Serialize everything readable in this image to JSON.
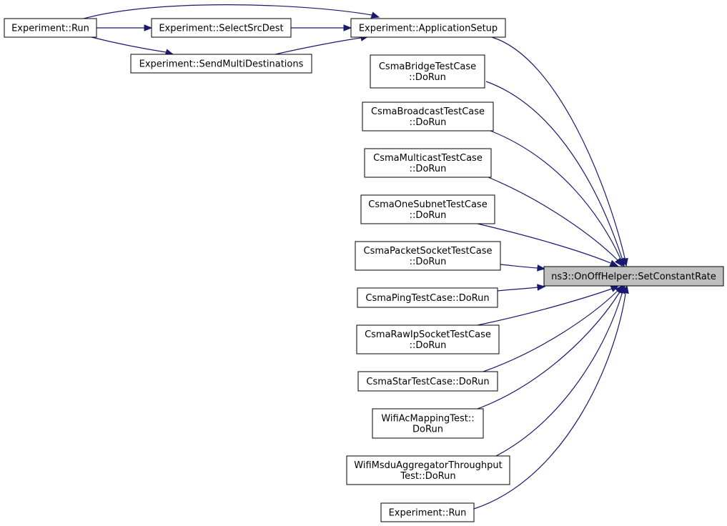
{
  "diagram": {
    "type": "call-graph",
    "target": "ns3::OnOffHelper::SetConstantRate",
    "nodes": [
      {
        "id": "exp_run_top",
        "lines": [
          "Experiment::Run"
        ]
      },
      {
        "id": "select_src_dest",
        "lines": [
          "Experiment::SelectSrcDest"
        ]
      },
      {
        "id": "app_setup",
        "lines": [
          "Experiment::ApplicationSetup"
        ]
      },
      {
        "id": "send_multi",
        "lines": [
          "Experiment::SendMultiDestinations"
        ]
      },
      {
        "id": "csma_bridge",
        "lines": [
          "CsmaBridgeTestCase",
          "::DoRun"
        ]
      },
      {
        "id": "csma_broadcast",
        "lines": [
          "CsmaBroadcastTestCase",
          "::DoRun"
        ]
      },
      {
        "id": "csma_multicast",
        "lines": [
          "CsmaMulticastTestCase",
          "::DoRun"
        ]
      },
      {
        "id": "csma_one_subnet",
        "lines": [
          "CsmaOneSubnetTestCase",
          "::DoRun"
        ]
      },
      {
        "id": "csma_packet_socket",
        "lines": [
          "CsmaPacketSocketTestCase",
          "::DoRun"
        ]
      },
      {
        "id": "csma_ping",
        "lines": [
          "CsmaPingTestCase::DoRun"
        ]
      },
      {
        "id": "csma_raw_ip",
        "lines": [
          "CsmaRawIpSocketTestCase",
          "::DoRun"
        ]
      },
      {
        "id": "csma_star",
        "lines": [
          "CsmaStarTestCase::DoRun"
        ]
      },
      {
        "id": "wifi_ac_mapping",
        "lines": [
          "WifiAcMappingTest::",
          "DoRun"
        ]
      },
      {
        "id": "wifi_msdu",
        "lines": [
          "WifiMsduAggregatorThroughput",
          "Test::DoRun"
        ]
      },
      {
        "id": "exp_run_bottom",
        "lines": [
          "Experiment::Run"
        ]
      },
      {
        "id": "set_constant_rate",
        "lines": [
          "ns3::OnOffHelper::SetConstantRate"
        ]
      }
    ],
    "edges": [
      {
        "from": "exp_run_top",
        "to": "select_src_dest"
      },
      {
        "from": "exp_run_top",
        "to": "app_setup"
      },
      {
        "from": "exp_run_top",
        "to": "send_multi"
      },
      {
        "from": "select_src_dest",
        "to": "app_setup"
      },
      {
        "from": "send_multi",
        "to": "app_setup"
      },
      {
        "from": "app_setup",
        "to": "set_constant_rate"
      },
      {
        "from": "csma_bridge",
        "to": "set_constant_rate"
      },
      {
        "from": "csma_broadcast",
        "to": "set_constant_rate"
      },
      {
        "from": "csma_multicast",
        "to": "set_constant_rate"
      },
      {
        "from": "csma_one_subnet",
        "to": "set_constant_rate"
      },
      {
        "from": "csma_packet_socket",
        "to": "set_constant_rate"
      },
      {
        "from": "csma_ping",
        "to": "set_constant_rate"
      },
      {
        "from": "csma_raw_ip",
        "to": "set_constant_rate"
      },
      {
        "from": "csma_star",
        "to": "set_constant_rate"
      },
      {
        "from": "wifi_ac_mapping",
        "to": "set_constant_rate"
      },
      {
        "from": "wifi_msdu",
        "to": "set_constant_rate"
      },
      {
        "from": "exp_run_bottom",
        "to": "set_constant_rate"
      }
    ],
    "colors": {
      "edge": "#191970",
      "node_border": "#000000",
      "node_fill": "#ffffff",
      "target_fill": "#bfbfbf"
    }
  }
}
